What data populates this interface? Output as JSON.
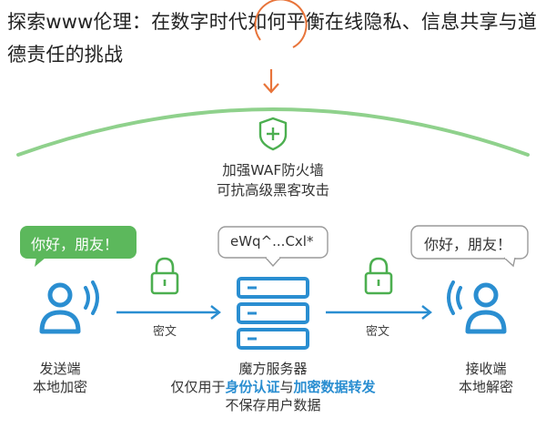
{
  "title": "探索www伦理：在数字时代如何平衡在线隐私、信息共享与道德责任的挑战",
  "waf": {
    "line1": "加强WAF防火墙",
    "line2": "可抗高级黑客攻击"
  },
  "sender": {
    "bubble": "你好，朋友！",
    "name": "发送端",
    "role": "本地加密"
  },
  "server": {
    "bubble": "eWq^...Cxl*",
    "name": "魔方服务器",
    "desc_prefix": "仅仅用于",
    "desc_hl1": "身份认证",
    "desc_mid": "与",
    "desc_hl2": "加密数据转发",
    "desc_line2": "不保存用户数据"
  },
  "receiver": {
    "bubble": "你好，朋友！",
    "name": "接收端",
    "role": "本地解密"
  },
  "arrows": {
    "left_label": "密文",
    "right_label": "密文"
  },
  "colors": {
    "green": "#4caf50",
    "blue": "#2a8ed1",
    "orange": "#e8743a",
    "bubble_green": "#5cb85c"
  }
}
